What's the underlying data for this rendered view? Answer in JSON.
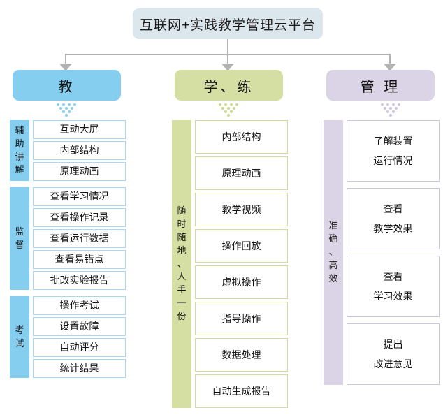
{
  "title": "互联网+实践教学管理云平台",
  "columns": [
    {
      "key": "teach",
      "header": "教",
      "accent": "#85cef0",
      "border": "#a8d8f2",
      "groups": [
        {
          "label": "辅助讲解",
          "items": [
            "互动大屏",
            "内部结构",
            "原理动画"
          ]
        },
        {
          "label": "监督",
          "items": [
            "查看学习情况",
            "查看操作记录",
            "查看运行数据",
            "查看易错点",
            "批改实验报告"
          ]
        },
        {
          "label": "考试",
          "items": [
            "操作考试",
            "设置故障",
            "自动评分",
            "统计结果"
          ]
        }
      ]
    },
    {
      "key": "learn-practice",
      "header": "学、练",
      "accent": "#d5dfa3",
      "border": "#cfdc9d",
      "groups": [
        {
          "label": "随时随地、人手一份",
          "items": [
            "内部结构",
            "原理动画",
            "教学视频",
            "操作回放",
            "虚拟操作",
            "指导操作",
            "数据处理",
            "自动生成报告"
          ]
        }
      ]
    },
    {
      "key": "manage",
      "header": "管 理",
      "accent": "#dbd3e6",
      "border": "#cfc4dd",
      "groups": [
        {
          "label": "准确、高效",
          "items": [
            [
              "了解装置",
              "运行情况"
            ],
            [
              "查看",
              "教学效果"
            ],
            [
              "查看",
              "学习效果"
            ],
            [
              "提出",
              "改进意见"
            ]
          ]
        }
      ]
    }
  ]
}
